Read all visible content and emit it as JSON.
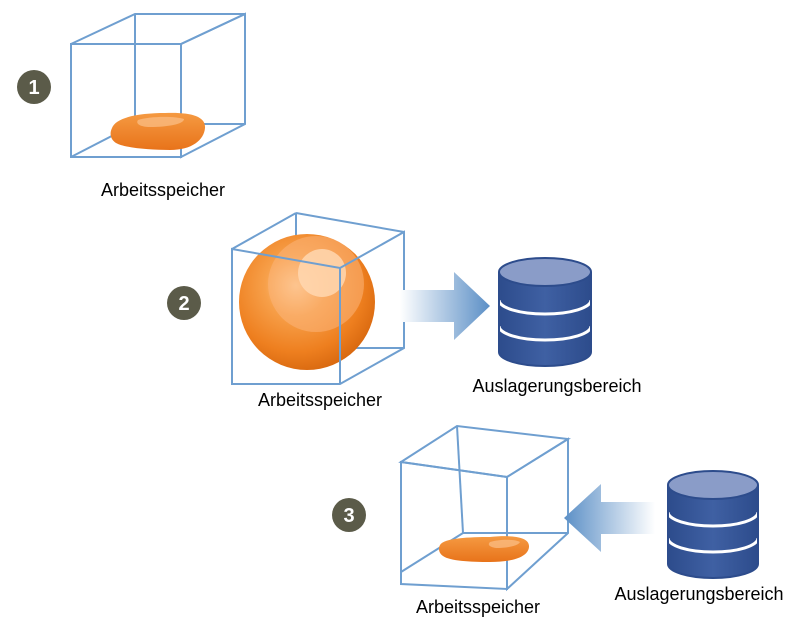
{
  "colors": {
    "cube_edge": "#6f9fd0",
    "step_badge": "#5b5b49",
    "blob": "#f08020",
    "db_body": "#3a5a99",
    "db_top": "#8a9cc8",
    "arrow": "#5f91c8"
  },
  "steps": [
    {
      "number": "1",
      "memory_label": "Arbeitsspeicher",
      "content": "small-blob"
    },
    {
      "number": "2",
      "memory_label": "Arbeitsspeicher",
      "content": "sphere",
      "swap_label": "Auslagerungsbereich",
      "transfer": "memory-to-swap"
    },
    {
      "number": "3",
      "memory_label": "Arbeitsspeicher",
      "content": "small-blob",
      "swap_label": "Auslagerungsbereich",
      "transfer": "swap-to-memory"
    }
  ]
}
